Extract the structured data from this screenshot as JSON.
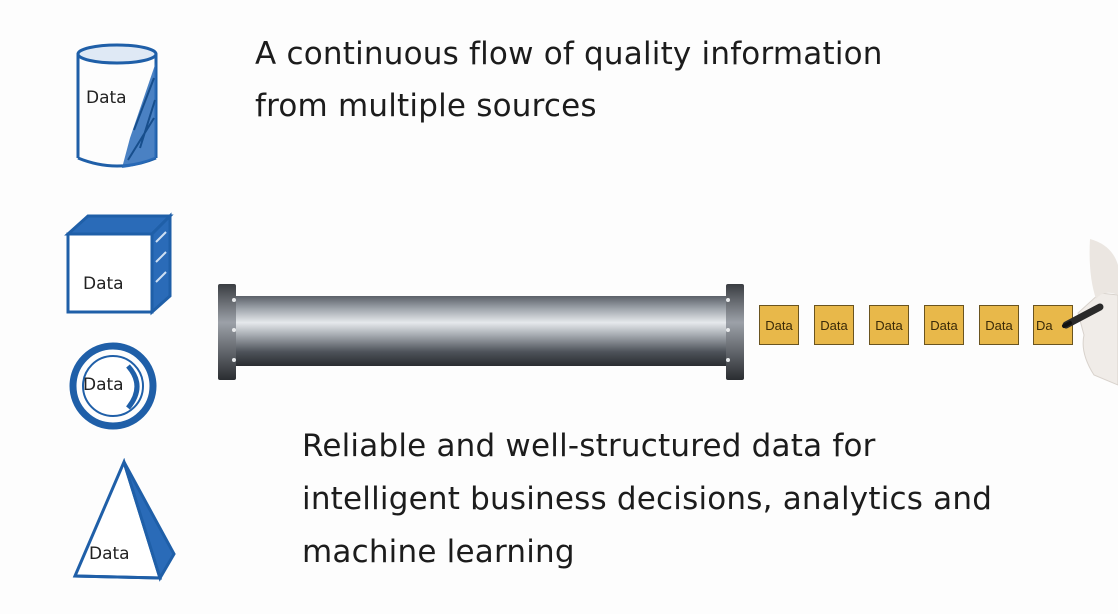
{
  "headline": {
    "line1": "A continuous flow of quality information",
    "line2": "from multiple sources"
  },
  "caption": {
    "line1": "Reliable and well-structured data for",
    "line2": "intelligent business decisions, analytics and",
    "line3": "machine learning"
  },
  "sources": [
    {
      "shape": "cylinder",
      "label": "Data"
    },
    {
      "shape": "cube",
      "label": "Data"
    },
    {
      "shape": "sphere",
      "label": "Data"
    },
    {
      "shape": "pyramid",
      "label": "Data"
    }
  ],
  "packets": [
    "Data",
    "Data",
    "Data",
    "Data",
    "Data",
    "Da"
  ],
  "colors": {
    "sketch_blue": "#1f5fa8",
    "packet_fill": "#e8b84a",
    "pipe_metal": "#6b7078"
  }
}
